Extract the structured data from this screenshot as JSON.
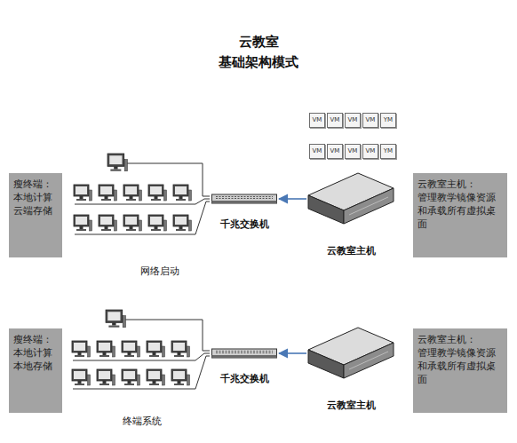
{
  "diagram": {
    "title": "云教室 基础架构模式",
    "nodes": [
      {
        "text": [
          "VM"
        ]
      },
      {
        "text": [
          "VM"
        ]
      },
      {
        "text": [
          "VM"
        ]
      },
      {
        "text": [
          "VM"
        ]
      },
      {
        "text": [
          "YM"
        ]
      },
      {
        "text": [
          "VM"
        ]
      },
      {
        "text": [
          "VM"
        ]
      },
      {
        "text": [
          "VM"
        ]
      },
      {
        "text": [
          "VM"
        ]
      },
      {
        "text": [
          "YM"
        ]
      },
      {
        "text": [
          "瘦终端： 本地计算 云端存储"
        ]
      },
      {
        "text": [
          "千兆交换机"
        ]
      },
      {
        "text": [
          "云教室主机"
        ]
      },
      {
        "text": [
          "云教室主机： 管理教学镜像资源 和承载所有虚拟桌 面"
        ]
      },
      {
        "text": [
          "瘦终端： 本地计算 本地存储"
        ]
      },
      {
        "text": [
          "千兆交换机"
        ]
      },
      {
        "text": [
          "云教室主机"
        ]
      },
      {
        "text": [
          "云教室主机： 管理教学镜像资源 和承载所有虚拟桌 面"
        ]
      }
    ],
    "edges": [
      {
        "from": 12,
        "to": 11,
        "arrow": "to"
      },
      {
        "from": 16,
        "to": 15,
        "arrow": "to"
      }
    ],
    "labels": [
      "网络启动",
      "终端系统"
    ]
  }
}
